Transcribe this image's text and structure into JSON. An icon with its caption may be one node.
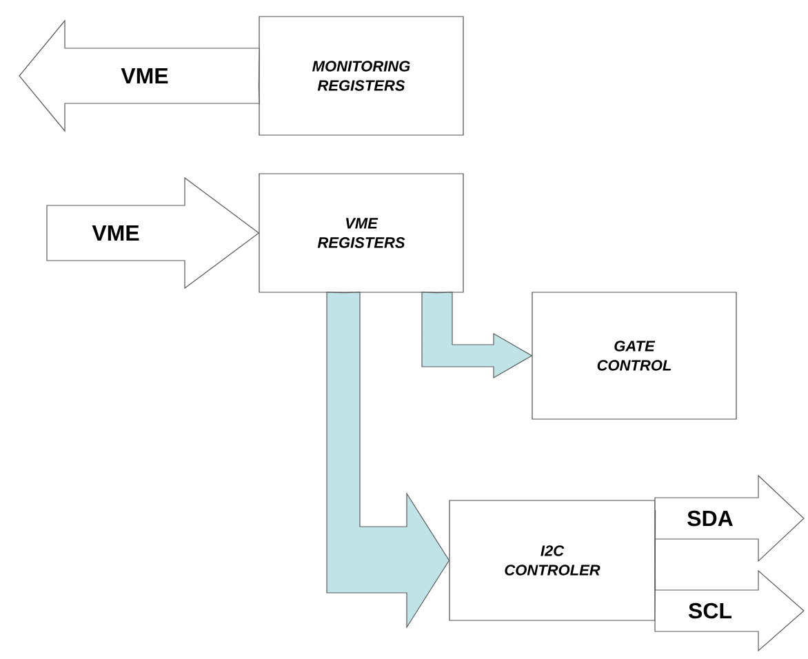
{
  "diagram": {
    "nodes": [
      {
        "text": [
          "MONITORING REGISTERS"
        ]
      },
      {
        "text": [
          "VME REGISTERS"
        ]
      },
      {
        "text": [
          "GATE CONTROL"
        ]
      },
      {
        "text": [
          "I2C CONTROLER"
        ]
      }
    ],
    "edges": [
      {
        "from": 0,
        "to": null,
        "arrow": "to",
        "label": "VME"
      },
      {
        "from": null,
        "to": 1,
        "arrow": "to",
        "label": "VME"
      },
      {
        "from": 3,
        "to": null,
        "arrow": "to",
        "label": "SDA"
      },
      {
        "from": 3,
        "to": null,
        "arrow": "to",
        "label": "SCL"
      },
      {
        "from": 1,
        "to": 2,
        "arrow": "to",
        "color": "#bfe3e6"
      },
      {
        "from": 1,
        "to": 3,
        "arrow": "to",
        "color": "#bfe3e6"
      }
    ]
  }
}
